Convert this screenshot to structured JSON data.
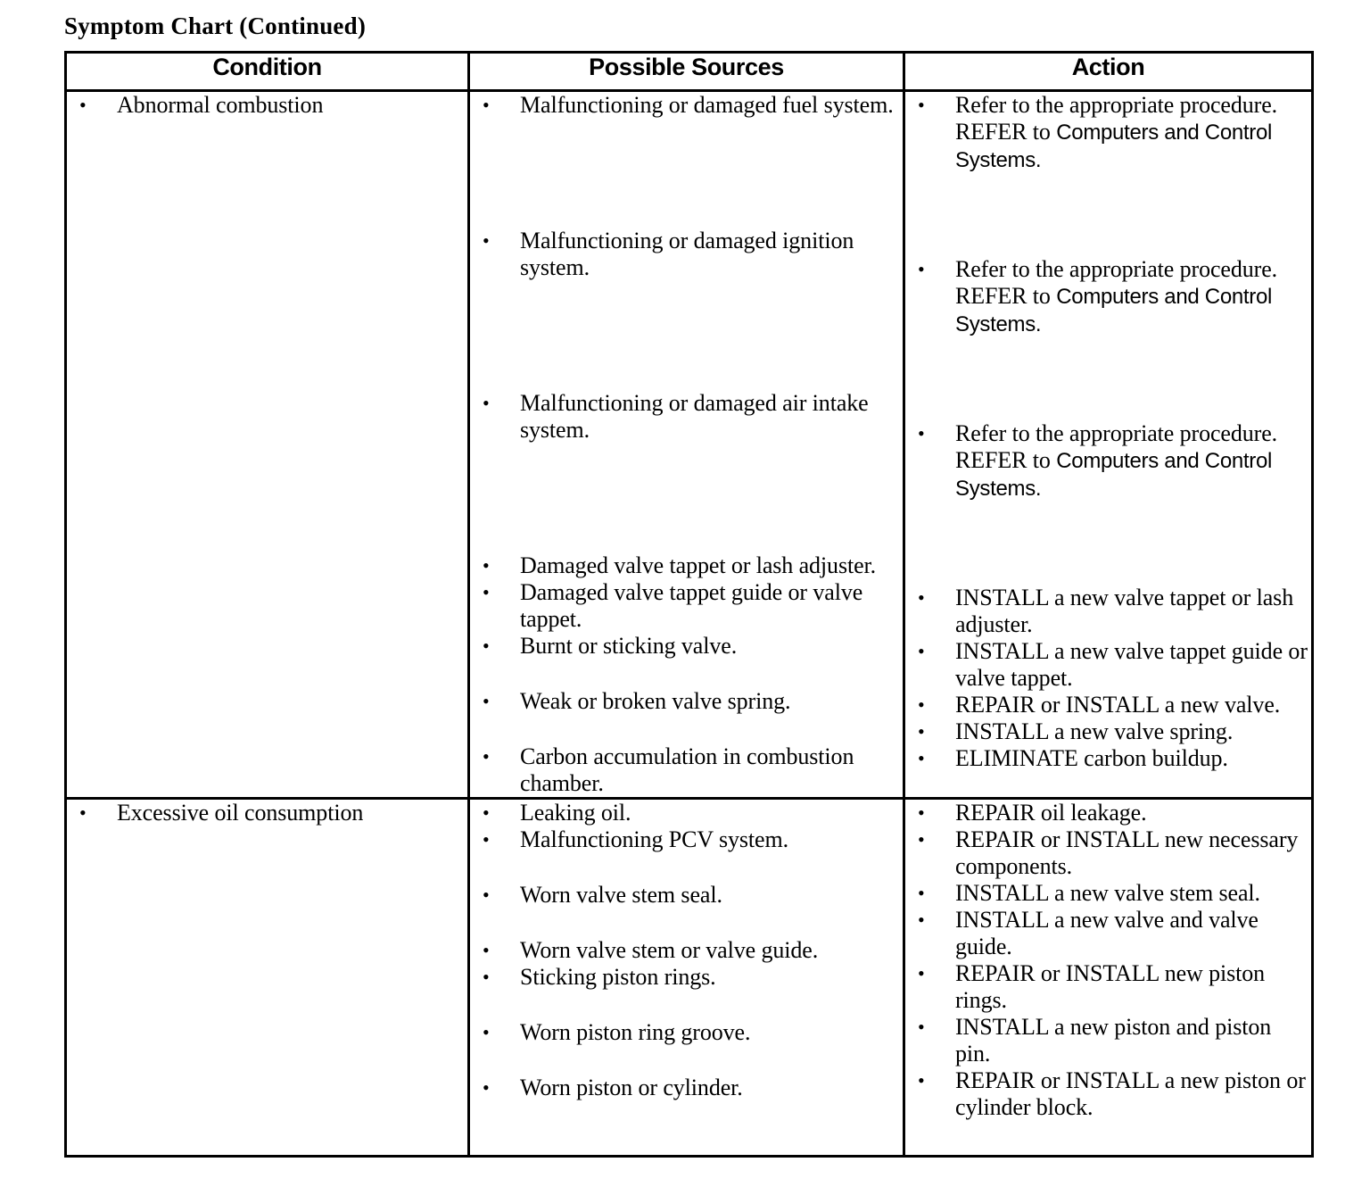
{
  "document": {
    "title": "Symptom Chart (Continued)"
  },
  "table": {
    "columns": [
      {
        "key": "condition",
        "label": "Condition"
      },
      {
        "key": "possible_sources",
        "label": "Possible Sources"
      },
      {
        "key": "action",
        "label": "Action"
      }
    ],
    "rows": [
      {
        "condition": [
          "Abnormal combustion"
        ],
        "possible_sources": [
          "Malfunctioning or damaged fuel system.",
          "Malfunctioning or damaged ignition system.",
          "Malfunctioning or damaged air intake system.",
          "Damaged valve tappet or lash adjuster.",
          "Damaged valve tappet guide or valve tappet.",
          "Burnt or sticking valve.",
          "Weak or broken valve spring.",
          "Carbon accumulation in combustion chamber."
        ],
        "action": [
          {
            "text": "Refer to the appropriate procedure. REFER to ",
            "xref": "Computers and Control Systems."
          },
          {
            "text": "Refer to the appropriate procedure. REFER to ",
            "xref": "Computers and Control Systems."
          },
          {
            "text": "Refer to the appropriate procedure. REFER to ",
            "xref": "Computers and Control Systems."
          },
          {
            "text": "INSTALL a new valve tappet or lash adjuster.",
            "xref": ""
          },
          {
            "text": "INSTALL a new valve tappet guide or valve tappet.",
            "xref": ""
          },
          {
            "text": "REPAIR or INSTALL a new valve.",
            "xref": ""
          },
          {
            "text": "INSTALL a new valve spring.",
            "xref": ""
          },
          {
            "text": "ELIMINATE carbon buildup.",
            "xref": ""
          }
        ]
      },
      {
        "condition": [
          "Excessive oil consumption"
        ],
        "possible_sources": [
          "Leaking oil.",
          "Malfunctioning PCV system.",
          "Worn valve stem seal.",
          "Worn valve stem or valve guide.",
          "Sticking piston rings.",
          "Worn piston ring groove.",
          "Worn piston or cylinder."
        ],
        "action": [
          {
            "text": "REPAIR oil leakage.",
            "xref": ""
          },
          {
            "text": "REPAIR or INSTALL new necessary components.",
            "xref": ""
          },
          {
            "text": "INSTALL a new valve stem seal.",
            "xref": ""
          },
          {
            "text": "INSTALL a new valve and valve guide.",
            "xref": ""
          },
          {
            "text": "REPAIR or INSTALL new piston rings.",
            "xref": ""
          },
          {
            "text": "INSTALL a new piston and piston pin.",
            "xref": ""
          },
          {
            "text": "REPAIR or INSTALL a new piston or cylinder block.",
            "xref": ""
          }
        ]
      }
    ]
  },
  "style": {
    "border_color": "#000000",
    "text_color": "#000000",
    "background": "#ffffff"
  }
}
